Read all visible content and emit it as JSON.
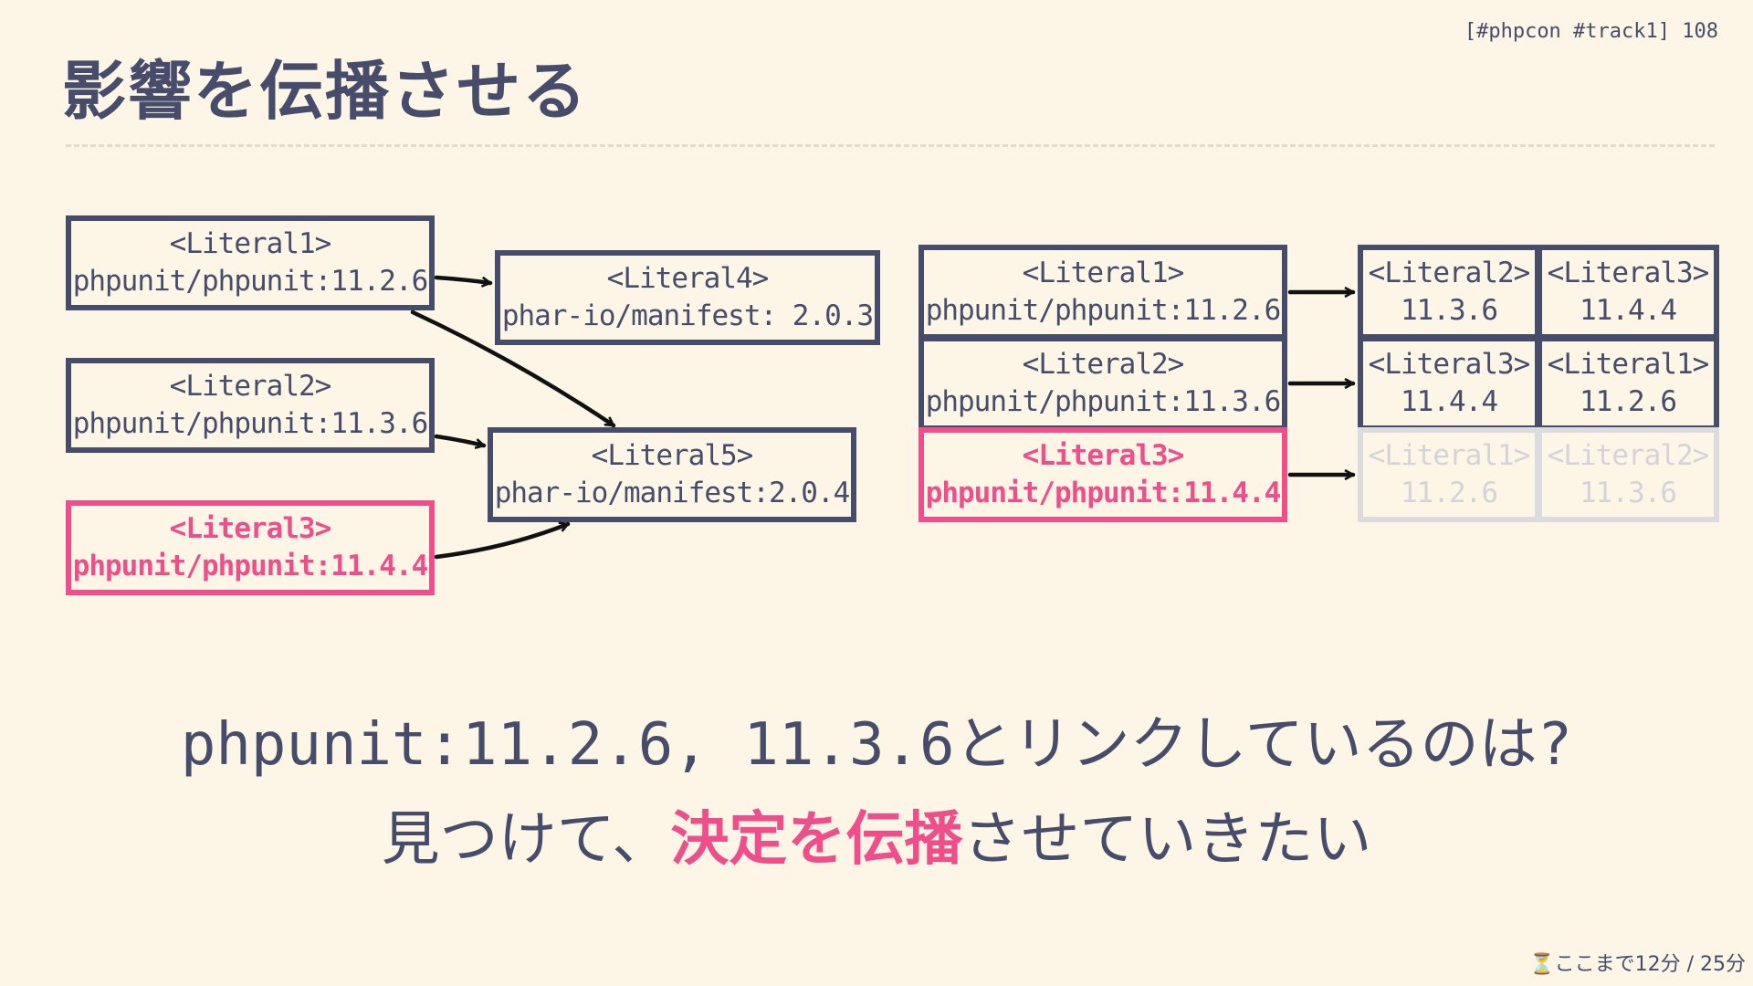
{
  "slide": {
    "title": "影響を伝播させる",
    "page_tag": "[#phpcon #track1] 108",
    "timer": "⏳ここまで12分 / 25分"
  },
  "left_graph": {
    "nodes": [
      {
        "id": "n1",
        "label": "<Literal1>",
        "value": "phpunit/phpunit:11.2.6",
        "highlight": false
      },
      {
        "id": "n2",
        "label": "<Literal2>",
        "value": "phpunit/phpunit:11.3.6",
        "highlight": false
      },
      {
        "id": "n3",
        "label": "<Literal3>",
        "value": "phpunit/phpunit:11.4.4",
        "highlight": true
      },
      {
        "id": "n4",
        "label": "<Literal4>",
        "value": "phar-io/manifest: 2.0.3",
        "highlight": false
      },
      {
        "id": "n5",
        "label": "<Literal5>",
        "value": "phar-io/manifest:2.0.4",
        "highlight": false
      }
    ],
    "edges": [
      {
        "from": "n1",
        "to": "n4"
      },
      {
        "from": "n1",
        "to": "n5"
      },
      {
        "from": "n2",
        "to": "n5"
      },
      {
        "from": "n3",
        "to": "n5"
      }
    ]
  },
  "right_graph": {
    "rows": [
      {
        "source": {
          "label": "<Literal1>",
          "value": "phpunit/phpunit:11.2.6",
          "highlight": false
        },
        "targets": [
          {
            "label": "<Literal2>",
            "value": "11.3.6",
            "faded": false
          },
          {
            "label": "<Literal3>",
            "value": "11.4.4",
            "faded": false
          }
        ]
      },
      {
        "source": {
          "label": "<Literal2>",
          "value": "phpunit/phpunit:11.3.6",
          "highlight": false
        },
        "targets": [
          {
            "label": "<Literal3>",
            "value": "11.4.4",
            "faded": false
          },
          {
            "label": "<Literal1>",
            "value": "11.2.6",
            "faded": false
          }
        ]
      },
      {
        "source": {
          "label": "<Literal3>",
          "value": "phpunit/phpunit:11.4.4",
          "highlight": true
        },
        "targets": [
          {
            "label": "<Literal1>",
            "value": "11.2.6",
            "faded": true
          },
          {
            "label": "<Literal2>",
            "value": "11.3.6",
            "faded": true
          }
        ]
      }
    ]
  },
  "bottom_text": {
    "line1": "phpunit:11.2.6, 11.3.6とリンクしているのは?",
    "line2_before": "見つけて、",
    "line2_accent": "決定を伝播",
    "line2_after": "させていきたい"
  },
  "colors": {
    "background": "#fdf5e6",
    "ink": "#474c6b",
    "accent": "#ee4f8b",
    "faded": "#dcdcde"
  }
}
